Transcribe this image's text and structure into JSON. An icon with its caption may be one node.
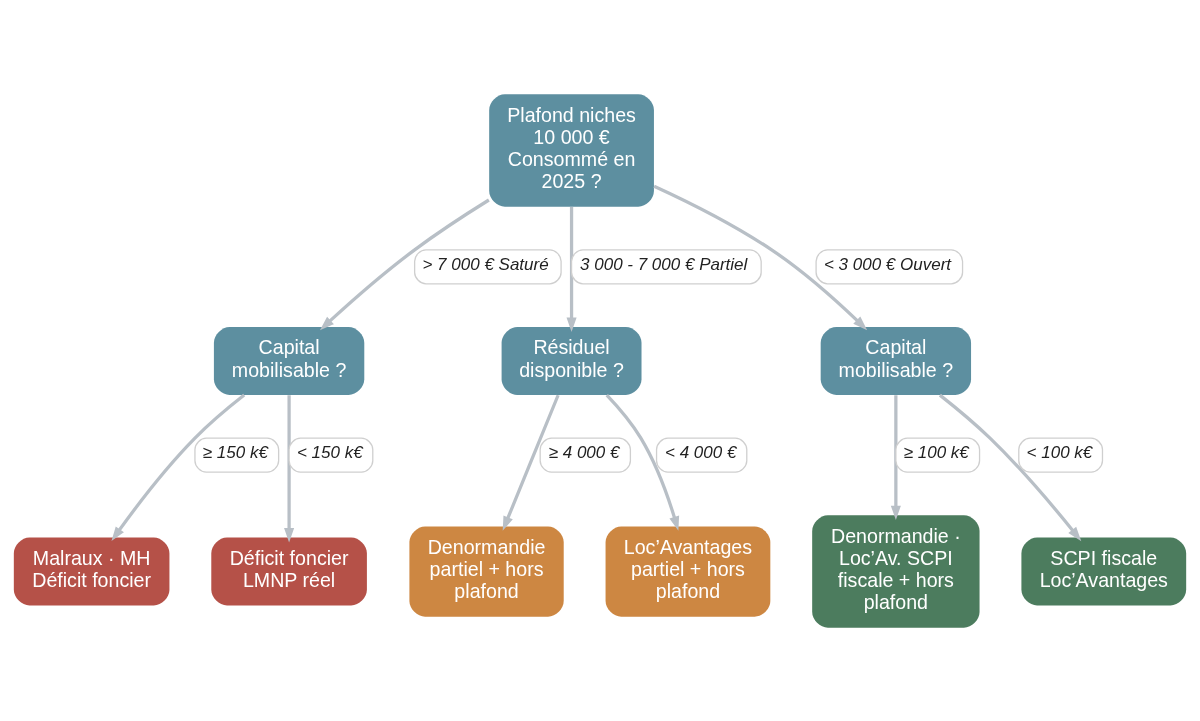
{
  "diagram": {
    "nodes": [
      {
        "text": [
          "Plafond niches 10 000 € Consommé en 2025 ?"
        ]
      },
      {
        "text": [
          "Capital mobilisable ?"
        ]
      },
      {
        "text": [
          "Résiduel disponible ?"
        ]
      },
      {
        "text": [
          "Capital mobilisable ?"
        ]
      },
      {
        "text": [
          "Malraux · MH Déficit foncier"
        ]
      },
      {
        "text": [
          "Déficit foncier LMNP réel"
        ]
      },
      {
        "text": [
          "Denormandie partiel + hors plafond"
        ]
      },
      {
        "text": [
          "Loc’Avantages partiel + hors plafond"
        ]
      },
      {
        "text": [
          "Denormandie · Loc’Av. SCPI fiscale + hors plafond"
        ]
      },
      {
        "text": [
          "SCPI fiscale Loc’Avantages"
        ]
      }
    ],
    "edges": [
      {
        "from": 0,
        "to": 1,
        "arrow": "to",
        "label": "> 7 000 € Saturé"
      },
      {
        "from": 0,
        "to": 2,
        "arrow": "to",
        "label": "3 000 - 7 000 € Partiel"
      },
      {
        "from": 0,
        "to": 3,
        "arrow": "to",
        "label": "< 3 000 € Ouvert"
      },
      {
        "from": 1,
        "to": 4,
        "arrow": "to",
        "label": "≥ 150 k€"
      },
      {
        "from": 1,
        "to": 5,
        "arrow": "to",
        "label": "< 150 k€"
      },
      {
        "from": 2,
        "to": 6,
        "arrow": "to",
        "label": "≥ 4 000 €"
      },
      {
        "from": 2,
        "to": 7,
        "arrow": "to",
        "label": "< 4 000 €"
      },
      {
        "from": 3,
        "to": 8,
        "arrow": "to",
        "label": "≥ 100 k€"
      },
      {
        "from": 3,
        "to": 9,
        "arrow": "to",
        "label": "< 100 k€"
      }
    ]
  }
}
